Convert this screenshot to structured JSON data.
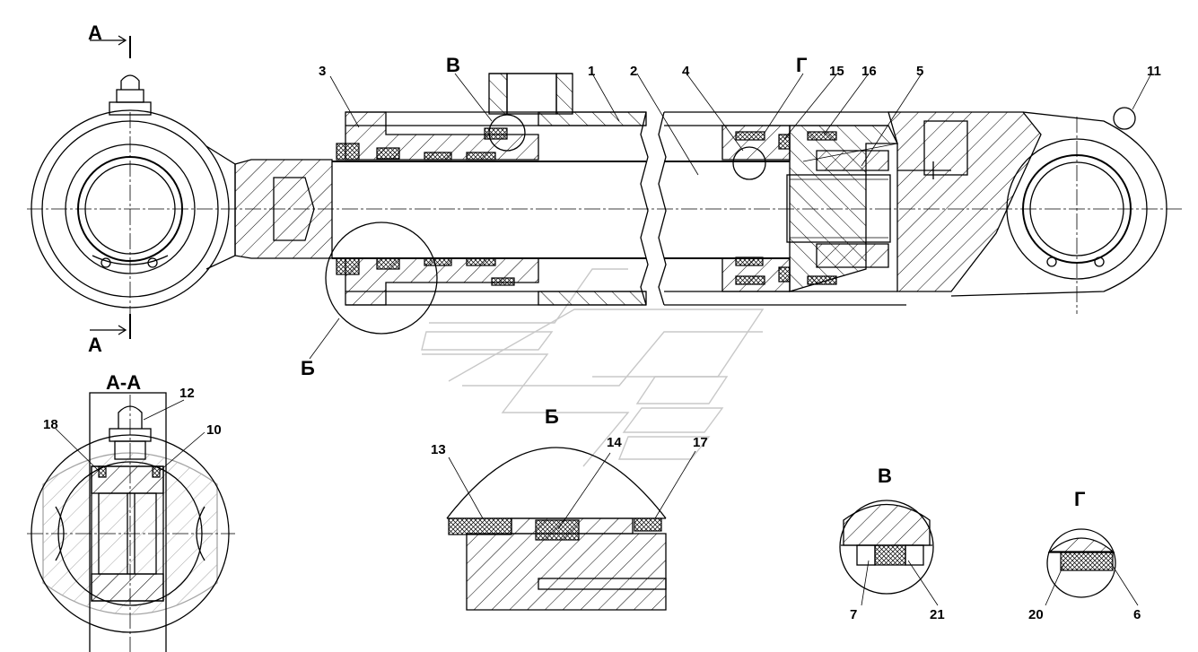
{
  "callouts": {
    "p1": "1",
    "p2": "2",
    "p3": "3",
    "p4": "4",
    "p5": "5",
    "p6": "6",
    "p7": "7",
    "p10": "10",
    "p11": "11",
    "p12": "12",
    "p13": "13",
    "p14": "14",
    "p15": "15",
    "p16": "16",
    "p17": "17",
    "p18": "18",
    "p20": "20",
    "p21": "21"
  },
  "section_marks": {
    "a_top": "А",
    "a_bottom": "А",
    "v": "В",
    "g": "Г",
    "b": "Б"
  },
  "views": {
    "section_aa": "А-А",
    "detail_b": "Б",
    "detail_v": "В",
    "detail_g": "Г"
  }
}
